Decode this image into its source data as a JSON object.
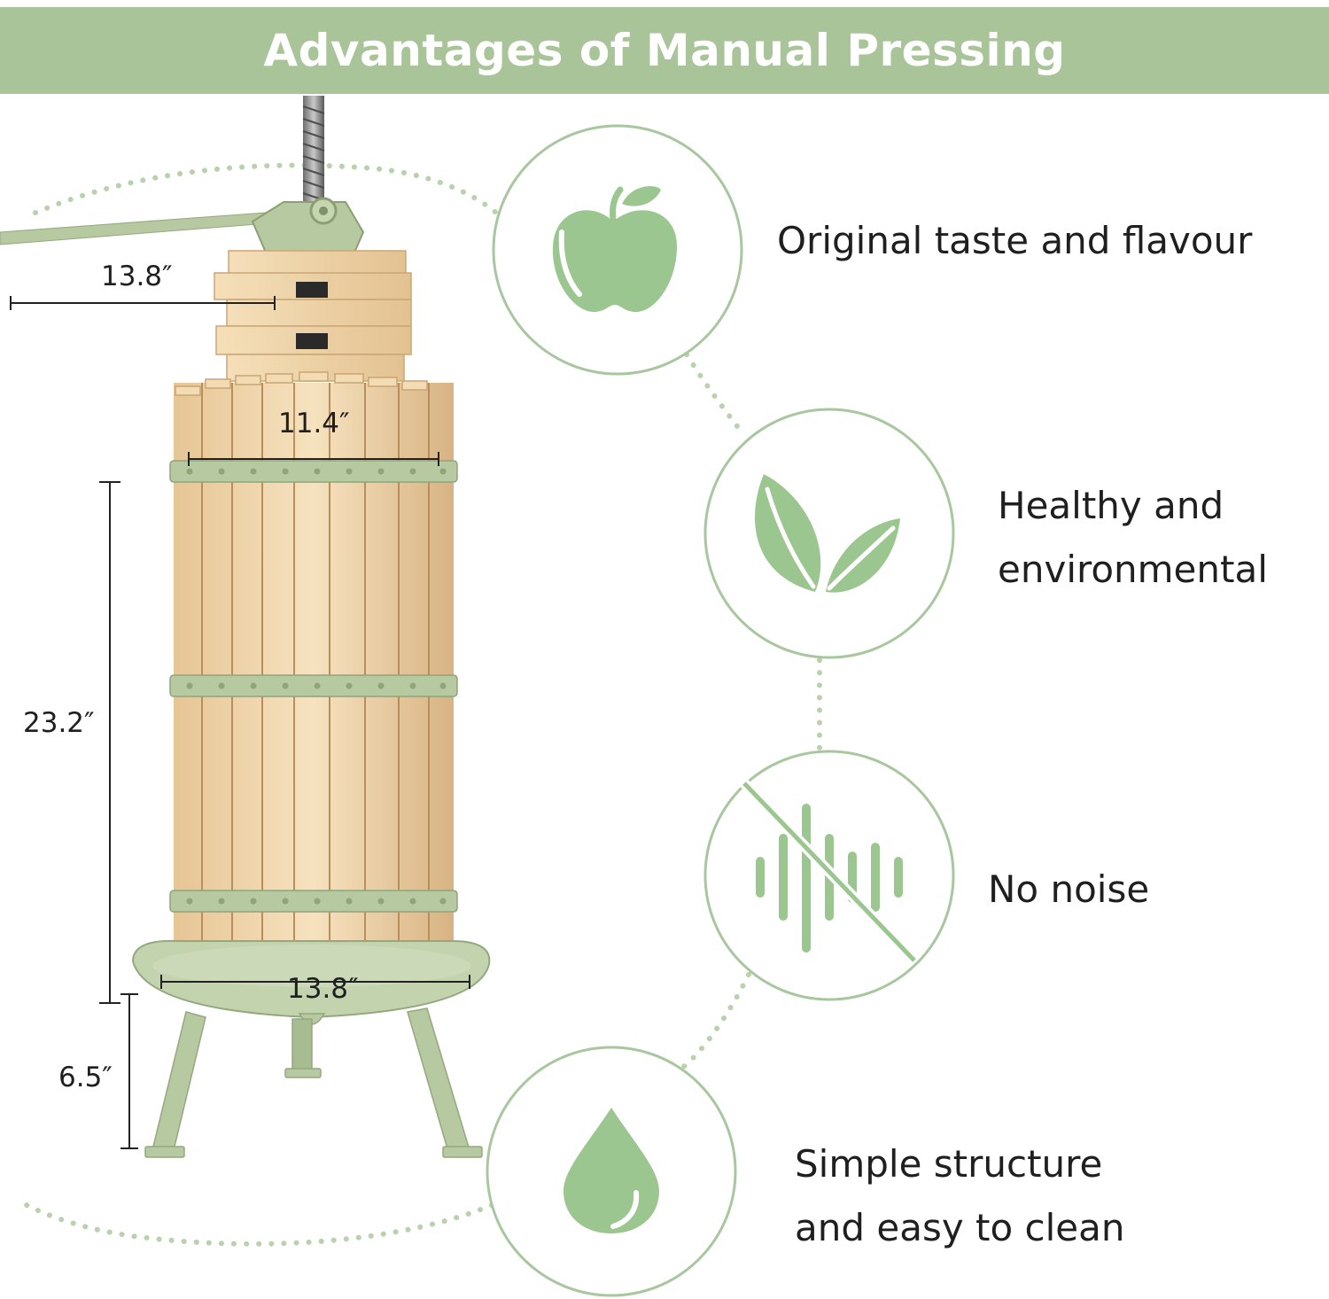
{
  "header": {
    "title": "Advantages of Manual Pressing"
  },
  "colors": {
    "banner": "#a8c498",
    "accent_green": "#9cc690",
    "ring_green": "#a9c79f",
    "metal_green": "#b7c9a0",
    "wood_light": "#f3dcb4",
    "wood_dark": "#d9b687"
  },
  "dimensions": {
    "top_width": "13.8″",
    "inner_width": "11.4″",
    "barrel_height": "23.2″",
    "leg_height": "6.5″",
    "base_width": "13.8″"
  },
  "features": [
    {
      "icon": "apple-icon",
      "lines": [
        "Original taste and flavour"
      ]
    },
    {
      "icon": "leaves-icon",
      "lines": [
        "Healthy and",
        "environmental"
      ]
    },
    {
      "icon": "no-noise-icon",
      "lines": [
        "No noise"
      ]
    },
    {
      "icon": "water-drop-icon",
      "lines": [
        "Simple structure",
        "and easy to clean"
      ]
    }
  ]
}
